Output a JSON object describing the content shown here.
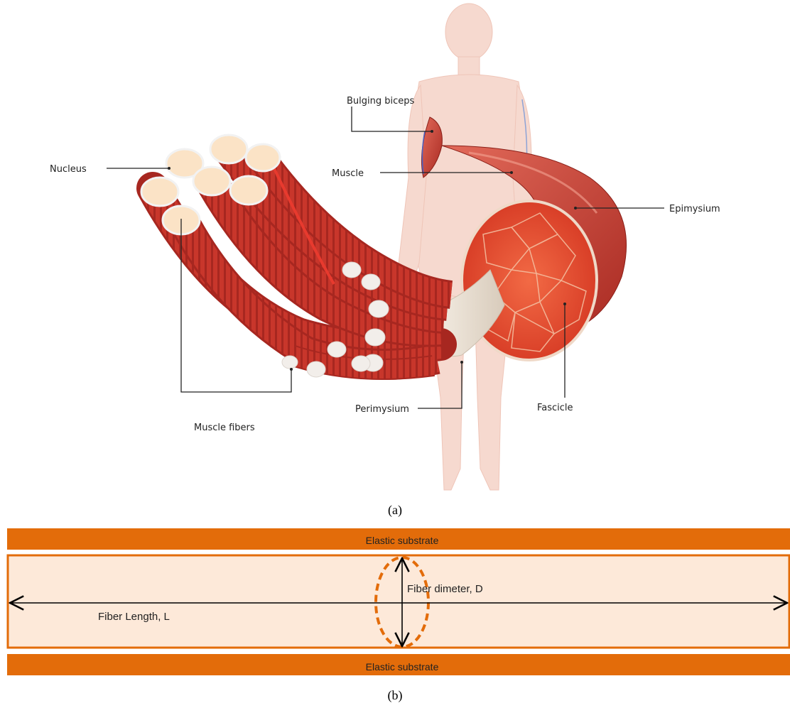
{
  "panel_a": {
    "caption": "(a)",
    "labels": {
      "bulging_biceps": "Bulging biceps",
      "nucleus": "Nucleus",
      "muscle": "Muscle",
      "epimysium": "Epimysium",
      "muscle_fibers": "Muscle fibers",
      "perimysium": "Perimysium",
      "fascicle": "Fascicle"
    }
  },
  "panel_b": {
    "caption": "(b)",
    "substrate_top": "Elastic substrate",
    "substrate_bottom": "Elastic substrate",
    "fiber_length": "Fiber Length, L",
    "fiber_diameter": "Fiber dimeter, D"
  },
  "colors": {
    "substrate": "#e36c0a",
    "fiber_fill": "#fde9d9",
    "muscle_red": "#c8362b",
    "skin": "#f3c9bd"
  }
}
